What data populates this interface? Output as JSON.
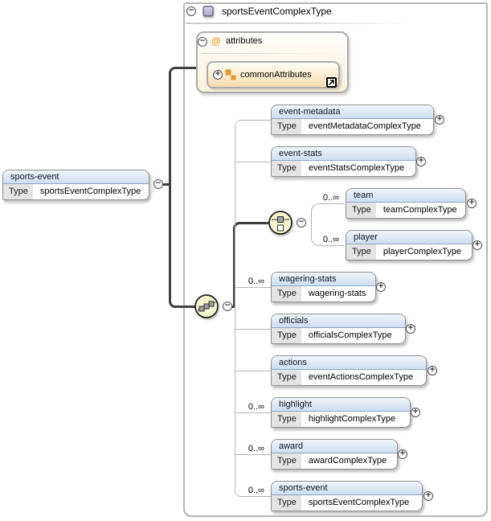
{
  "labels": {
    "type": "Type"
  },
  "container": {
    "title": "sportsEventComplexType"
  },
  "attributes_group": {
    "at": "@",
    "label": "attributes",
    "member": "commonAttributes"
  },
  "root": {
    "name": "sports-event",
    "type": "sportsEventComplexType"
  },
  "children": [
    {
      "name": "event-metadata",
      "type": "eventMetadataComplexType",
      "cardinality": ""
    },
    {
      "name": "event-stats",
      "type": "eventStatsComplexType",
      "cardinality": ""
    },
    {
      "name": "team",
      "type": "teamComplexType",
      "cardinality": "0..∞"
    },
    {
      "name": "player",
      "type": "playerComplexType",
      "cardinality": "0..∞"
    },
    {
      "name": "wagering-stats",
      "type": "wagering-stats",
      "cardinality": "0..∞"
    },
    {
      "name": "officials",
      "type": "officialsComplexType",
      "cardinality": ""
    },
    {
      "name": "actions",
      "type": "eventActionsComplexType",
      "cardinality": ""
    },
    {
      "name": "highlight",
      "type": "highlightComplexType",
      "cardinality": "0..∞"
    },
    {
      "name": "award",
      "type": "awardComplexType",
      "cardinality": "0..∞"
    },
    {
      "name": "sports-event",
      "type": "sportsEventComplexType",
      "cardinality": "0..∞"
    }
  ],
  "icons": {
    "collapse": "−",
    "expand": "+"
  },
  "colors": {
    "node_header_top": "#f0f5fc",
    "node_header_bottom": "#cddef1",
    "compositor_fill": "#f6f6cf",
    "attribute_accent": "#e8941a",
    "thick_line": "#3f3f3f",
    "light_line": "#b4b4b4"
  }
}
